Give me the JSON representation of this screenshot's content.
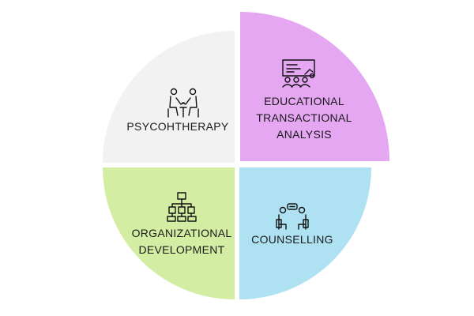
{
  "quadrants": [
    {
      "id": "top-left",
      "lines": [
        "PSYCOHTHERAPY"
      ],
      "color": "#f2f2f2",
      "icon": "two-people-talking-icon"
    },
    {
      "id": "top-right",
      "lines": [
        "EDUCATIONAL",
        "TRANSACTIONAL",
        "ANALYSIS"
      ],
      "color": "#e5a6f2",
      "icon": "presentation-board-icon"
    },
    {
      "id": "bottom-left",
      "lines": [
        "ORGANIZATIONAL",
        "DEVELOPMENT"
      ],
      "color": "#d3eea2",
      "icon": "org-chart-icon"
    },
    {
      "id": "bottom-right",
      "lines": [
        "COUNSELLING"
      ],
      "color": "#aee2f2",
      "icon": "counselling-chat-icon"
    }
  ]
}
